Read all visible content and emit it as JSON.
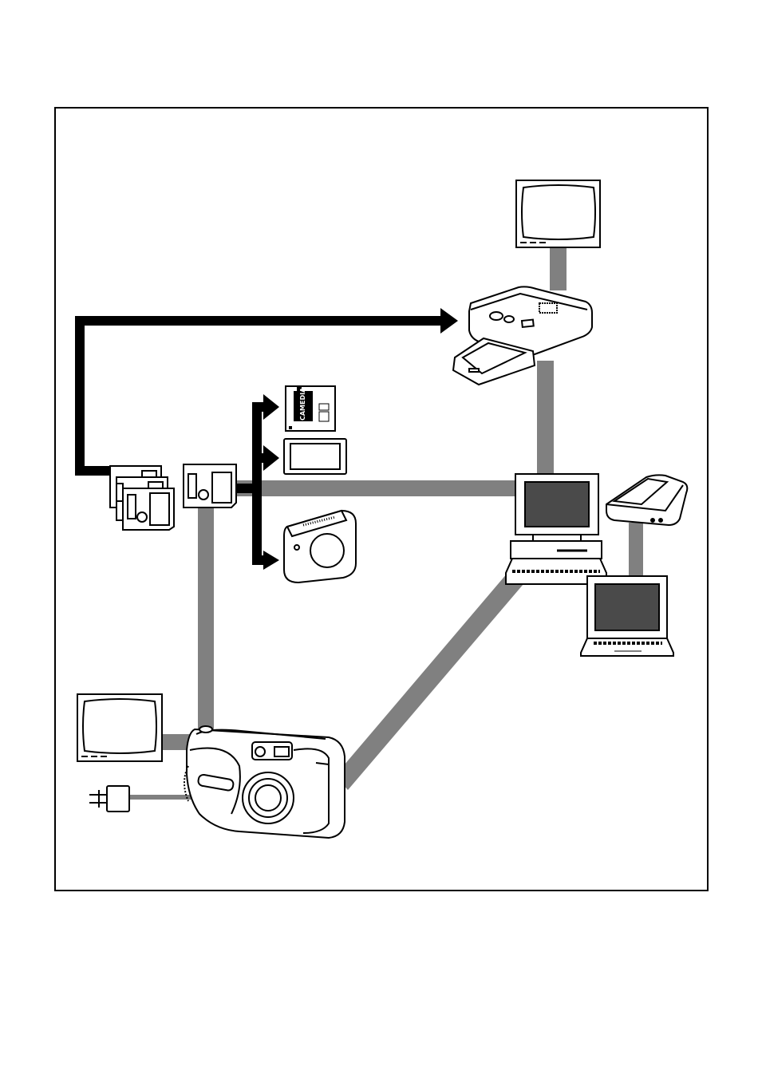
{
  "diagram": {
    "description_free": true,
    "colors": {
      "background": "#ffffff",
      "frame": "#000000",
      "cable": "#808080",
      "arrow": "#000000",
      "device_screen": "#4a4a4a",
      "outline": "#000000"
    },
    "devices": [
      {
        "id": "tv-top",
        "icon": "television-icon"
      },
      {
        "id": "photo-printer",
        "icon": "card-photo-printer-icon"
      },
      {
        "id": "card-reader-smartmedia",
        "icon": "camedia-floppy-adapter-icon",
        "card_text": "CAMEDIA"
      },
      {
        "id": "pc-card-adapter",
        "icon": "pc-card-adapter-icon"
      },
      {
        "id": "card-reader-usb",
        "icon": "usb-card-reader-icon"
      },
      {
        "id": "memory-cards",
        "icon": "smartmedia-cards-icon"
      },
      {
        "id": "memory-card-single",
        "icon": "smartmedia-card-icon"
      },
      {
        "id": "desktop-pc",
        "icon": "desktop-computer-icon"
      },
      {
        "id": "flatbed-reader",
        "icon": "external-drive-icon"
      },
      {
        "id": "laptop",
        "icon": "laptop-icon"
      },
      {
        "id": "tv-bottom",
        "icon": "television-icon"
      },
      {
        "id": "camera",
        "icon": "digital-camera-icon"
      },
      {
        "id": "ac-adapter",
        "icon": "ac-adapter-icon"
      }
    ]
  }
}
